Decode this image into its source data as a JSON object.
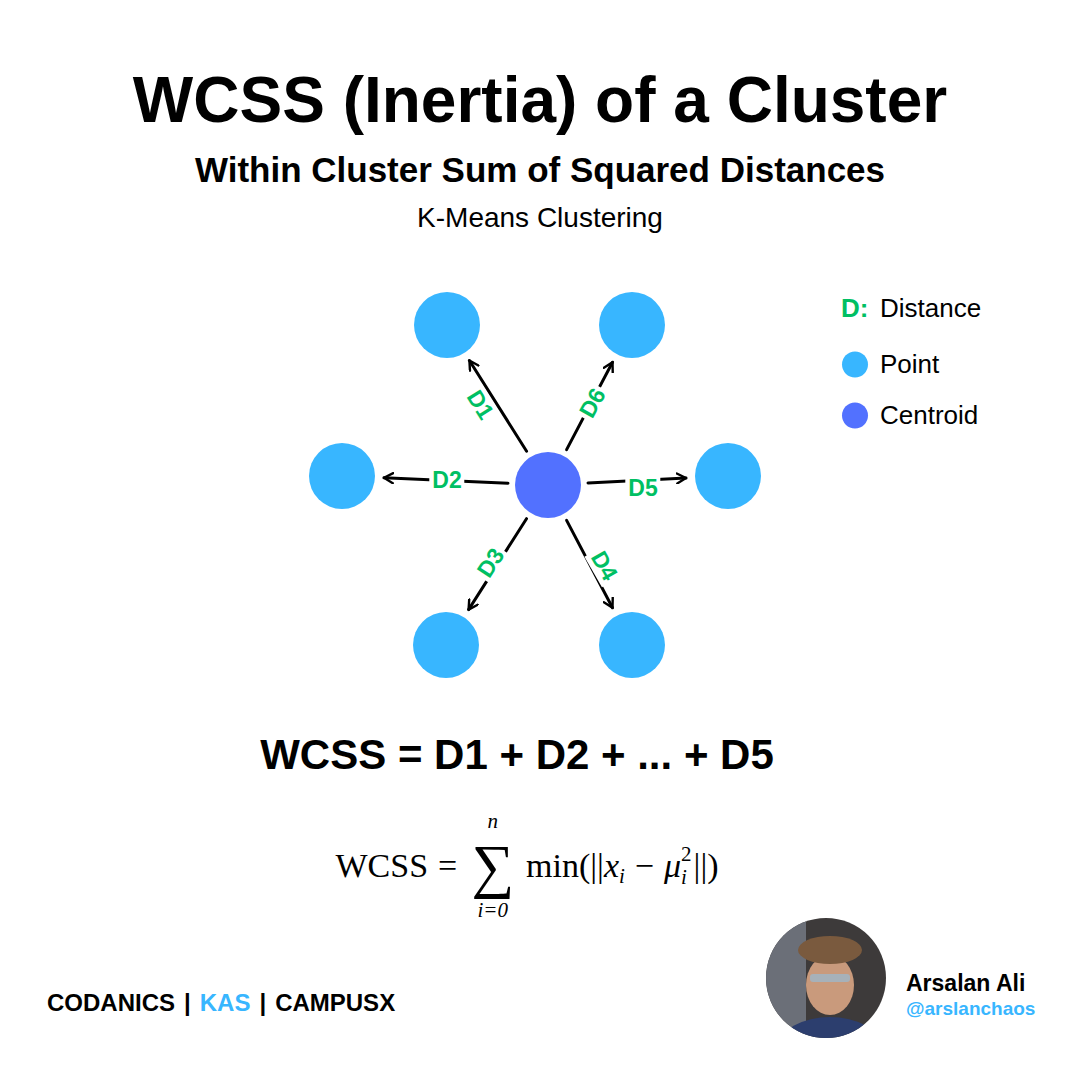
{
  "diagram": {
    "title": "WCSS (Inertia) of a Cluster",
    "labels": [
      "Within Cluster Sum of Squared Distances",
      "K-Means Clustering",
      "D1",
      "D2",
      "D3",
      "D4",
      "D5",
      "D6",
      "D:",
      "WCSS = D1 + D2 + ... + D5",
      "WCSS",
      "=",
      "n",
      "∑",
      "i=0",
      "min(||",
      "x",
      "i",
      "−",
      "μ",
      "2",
      "i",
      "||)",
      "CODANICS",
      "|",
      "KAS",
      "|",
      "CAMPUSX",
      "Arsalan Ali",
      "@arslanchaos"
    ],
    "legend": [
      {
        "text": "Distance"
      },
      {
        "text": "Point",
        "color": "#38b6ff"
      },
      {
        "text": "Centroid",
        "color": "#5271ff"
      }
    ]
  }
}
